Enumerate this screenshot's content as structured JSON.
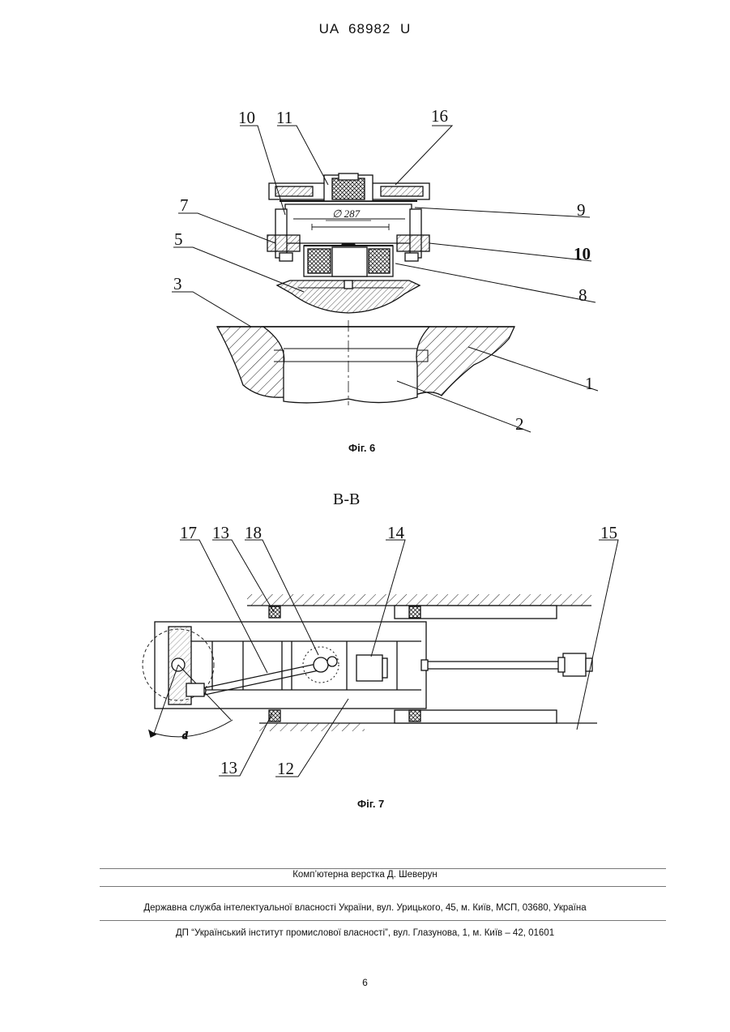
{
  "header": {
    "doc_number": "UA   68982   U"
  },
  "figure6": {
    "caption": "Фіг. 6",
    "labels": {
      "l10_top": "10",
      "l11": "11",
      "l16": "16",
      "l7": "7",
      "l5": "5",
      "l3": "3",
      "l9": "9",
      "l10_right": "10",
      "l8": "8",
      "l1": "1",
      "l2": "2"
    },
    "dimension": "∅ 287"
  },
  "figure7": {
    "section": "B-B",
    "caption": "Фіг. 7",
    "labels": {
      "l17": "17",
      "l13_top": "13",
      "l18": "18",
      "l14": "14",
      "l15": "15",
      "l13_bottom": "13",
      "l12": "12"
    },
    "angle": "d"
  },
  "footer": {
    "layout": "Комп’ютерна верстка Д. Шеверун",
    "service": "Державна служба інтелектуальної власності України, вул. Урицького, 45, м. Київ, МСП, 03680, Україна",
    "institute": "ДП “Український інститут промислової власності”, вул. Глазунова, 1, м. Київ – 42, 01601"
  },
  "page_number": "6"
}
